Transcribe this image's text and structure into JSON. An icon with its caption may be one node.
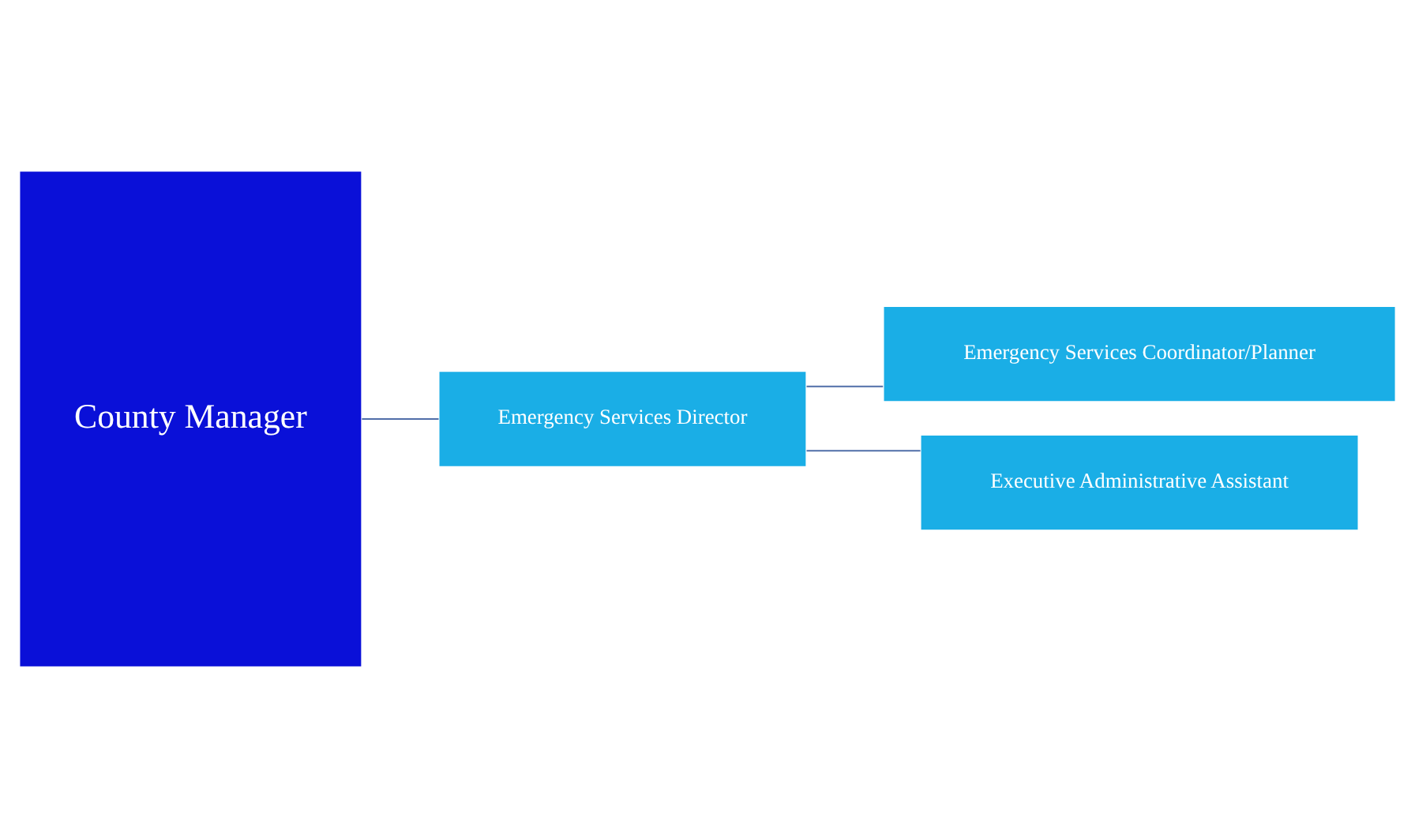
{
  "diagram": {
    "nodes": [
      {
        "text": [
          "County Manager"
        ]
      },
      {
        "text": [
          "Emergency Services Director"
        ]
      },
      {
        "text": [
          "Emergency Services Coordinator/Planner"
        ]
      },
      {
        "text": [
          "Executive Administrative Assistant"
        ]
      }
    ],
    "edges": [
      {
        "from": 0,
        "to": 1,
        "arrow": "none"
      },
      {
        "from": 1,
        "to": 2,
        "arrow": "none"
      },
      {
        "from": 1,
        "to": 3,
        "arrow": "none"
      }
    ]
  }
}
